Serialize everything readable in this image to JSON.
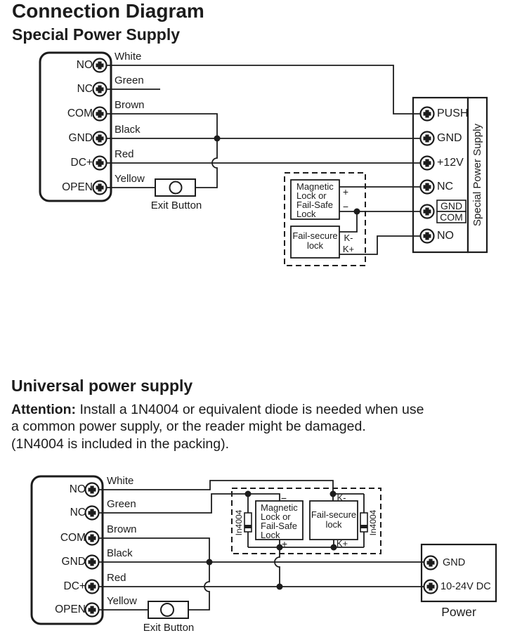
{
  "colors": {
    "ink": "#1c1c1c",
    "background": "#ffffff"
  },
  "title": "Connection Diagram",
  "diagram1": {
    "heading": "Special Power Supply",
    "reader_terminals": [
      "NO",
      "NC",
      "COM",
      "GND",
      "DC+",
      "OPEN"
    ],
    "wire_colors": [
      "White",
      "Green",
      "Brown",
      "Black",
      "Red",
      "Yellow"
    ],
    "exit_button_label": "Exit Button",
    "magnetic_lock_lines": [
      "Magnetic",
      "Lock or",
      "Fail-Safe",
      "Lock"
    ],
    "fail_secure_lines": [
      "Fail-secure",
      "lock"
    ],
    "polarity": {
      "plus": "+",
      "minus": "−",
      "k_minus": "K-",
      "k_plus": "K+"
    },
    "power_supply": {
      "terminals": [
        "PUSH",
        "GND",
        "+12V",
        "NC",
        "NO"
      ],
      "dual_terminal": [
        "GND",
        "COM"
      ],
      "side_label": "Special Power Supply"
    }
  },
  "section2": {
    "heading": "Universal power supply",
    "attention_label": "Attention:",
    "attention_line1": "Install a 1N4004 or equivalent diode is needed when use",
    "attention_line2": "a common power supply, or the reader might be damaged.",
    "attention_line3": "(1N4004 is included in the packing)."
  },
  "diagram2": {
    "reader_terminals": [
      "NO",
      "NC",
      "COM",
      "GND",
      "DC+",
      "OPEN"
    ],
    "wire_colors": [
      "White",
      "Green",
      "Brown",
      "Black",
      "Red",
      "Yellow"
    ],
    "exit_button_label": "Exit Button",
    "magnetic_lock_lines": [
      "Magnetic",
      "Lock or",
      "Fail-Safe",
      "Lock"
    ],
    "fail_secure_lines": [
      "Fail-secure",
      "lock"
    ],
    "polarity": {
      "plus": "+",
      "minus": "−",
      "k_minus": "K-",
      "k_plus": "K+"
    },
    "diode_label": "In4004",
    "power": {
      "terminals": [
        "GND",
        "10-24V DC"
      ],
      "label": "Power"
    }
  }
}
